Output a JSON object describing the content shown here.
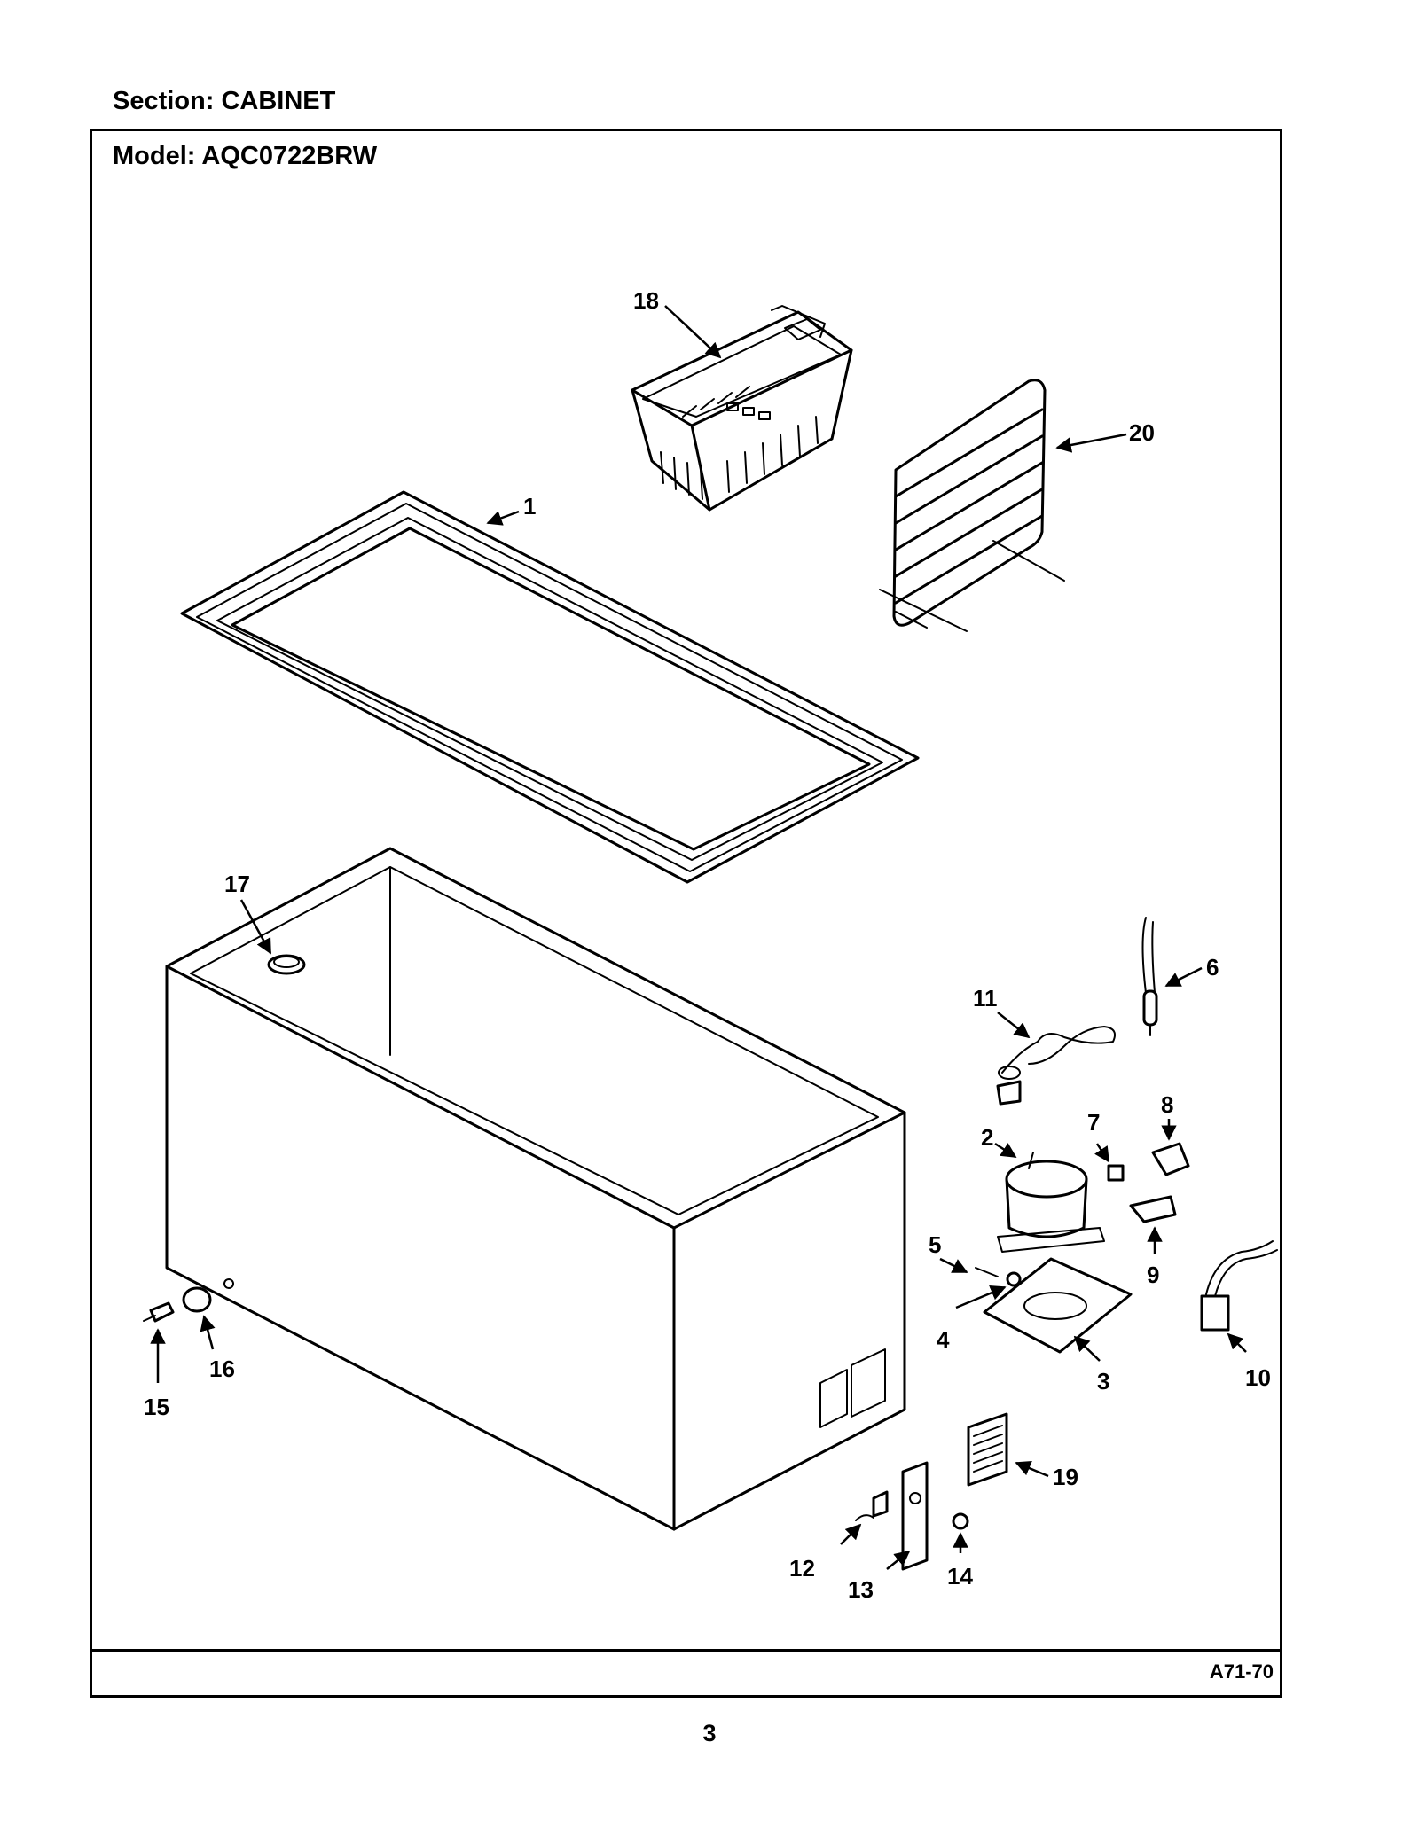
{
  "header": {
    "section_label": "Section:  CABINET",
    "model_label": "Model:  AQC0722BRW"
  },
  "footer": {
    "reference_code": "A71-70",
    "page_number": "3"
  },
  "callouts": [
    {
      "id": "p1",
      "label": "1"
    },
    {
      "id": "p2",
      "label": "2"
    },
    {
      "id": "p3",
      "label": "3"
    },
    {
      "id": "p4",
      "label": "4"
    },
    {
      "id": "p5",
      "label": "5"
    },
    {
      "id": "p6",
      "label": "6"
    },
    {
      "id": "p7",
      "label": "7"
    },
    {
      "id": "p8",
      "label": "8"
    },
    {
      "id": "p9",
      "label": "9"
    },
    {
      "id": "p10",
      "label": "10"
    },
    {
      "id": "p11",
      "label": "11"
    },
    {
      "id": "p12",
      "label": "12"
    },
    {
      "id": "p13",
      "label": "13"
    },
    {
      "id": "p14",
      "label": "14"
    },
    {
      "id": "p15",
      "label": "15"
    },
    {
      "id": "p16",
      "label": "16"
    },
    {
      "id": "p17",
      "label": "17"
    },
    {
      "id": "p18",
      "label": "18"
    },
    {
      "id": "p19",
      "label": "19"
    },
    {
      "id": "p20",
      "label": "20"
    }
  ]
}
